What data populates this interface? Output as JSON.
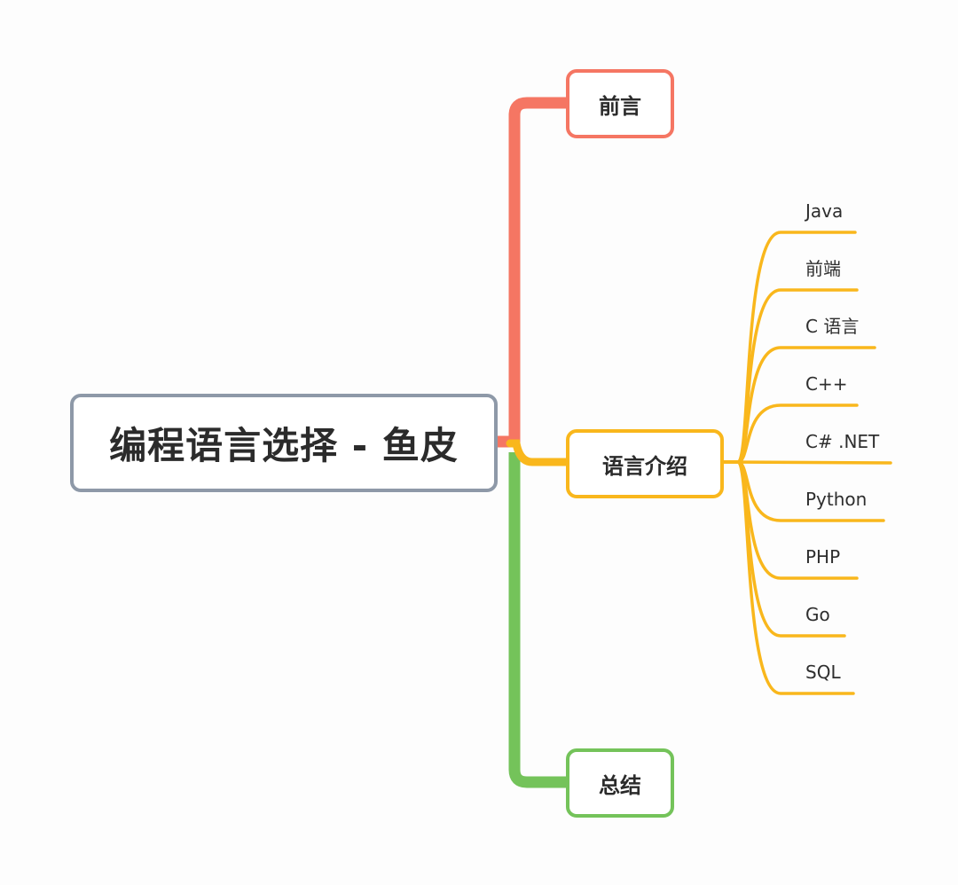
{
  "mindmap": {
    "root": "编程语言选择 - 鱼皮",
    "branches": [
      {
        "id": "intro",
        "label": "前言",
        "color": "#f57663"
      },
      {
        "id": "languages",
        "label": "语言介绍",
        "color": "#f9b71c"
      },
      {
        "id": "summary",
        "label": "总结",
        "color": "#74c35a"
      }
    ],
    "languages": [
      "Java",
      "前端",
      "C 语言",
      "C++",
      "C# .NET",
      "Python",
      "PHP",
      "Go",
      "SQL"
    ],
    "root_border_color": "#8e99a8"
  }
}
